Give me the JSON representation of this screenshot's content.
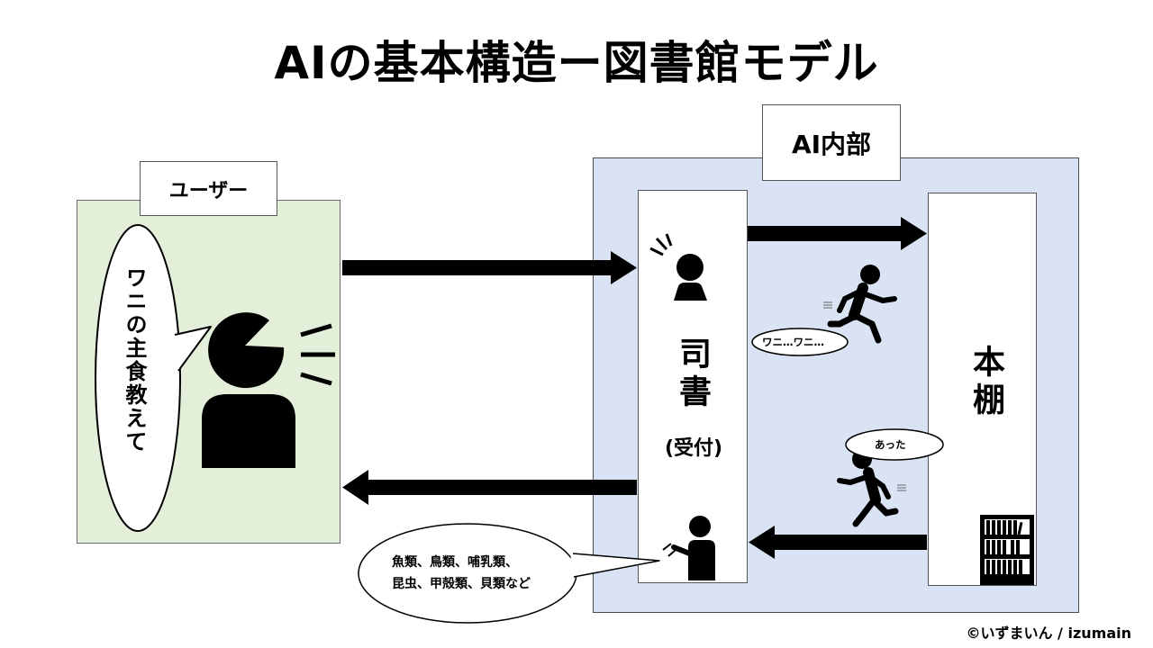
{
  "title": "AIの基本構造ー図書館モデル",
  "user_panel": {
    "label": "ユーザー",
    "speech": "ワニの主食教えて"
  },
  "ai_panel": {
    "label": "AI内部",
    "librarian": {
      "label": "司書",
      "sublabel": "(受付)"
    },
    "bookshelf": {
      "label": "本棚"
    },
    "runner_top_speech": "ワニ…ワニ…",
    "runner_bottom_speech": "あった",
    "answer_speech": [
      "魚類、鳥類、哺乳類、",
      "昆虫、甲殻類、貝類など"
    ]
  },
  "credit": "©いずまいん / izumain",
  "colors": {
    "user_panel_bg": "#e3efd9",
    "ai_panel_bg": "#d9e3f3",
    "ink": "#000000"
  }
}
